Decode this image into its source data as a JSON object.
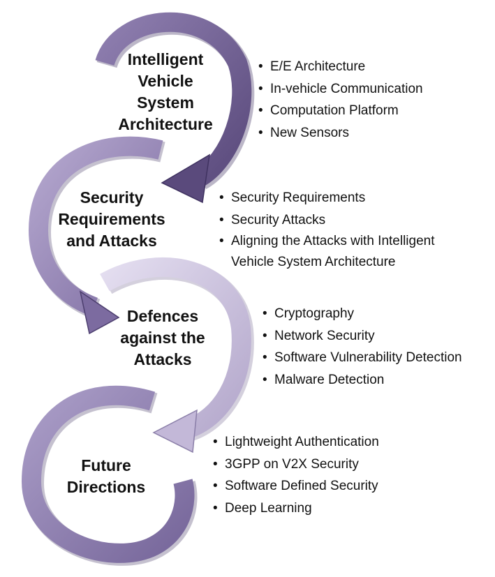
{
  "stages": [
    {
      "title_lines": [
        "Intelligent",
        "Vehicle",
        "System",
        "Architecture"
      ],
      "bullets": [
        "E/E Architecture",
        "In-vehicle Communication",
        "Computation Platform",
        "New Sensors"
      ],
      "arrow_color": "#6b5a8e"
    },
    {
      "title_lines": [
        "Security",
        "Requirements",
        "and Attacks"
      ],
      "bullets": [
        "Security Requirements",
        "Security Attacks",
        "Aligning the Attacks with Intelligent\nVehicle System Architecture"
      ],
      "arrow_color": "#9382b5"
    },
    {
      "title_lines": [
        "Defences",
        "against the",
        "Attacks"
      ],
      "bullets": [
        "Cryptography",
        "Network Security",
        "Software Vulnerability Detection",
        "Malware Detection"
      ],
      "arrow_color": "#c8bed9"
    },
    {
      "title_lines": [
        "Future",
        "Directions"
      ],
      "bullets": [
        "Lightweight Authentication",
        "3GPP on V2X Security",
        "Software Defined Security",
        "Deep Learning"
      ],
      "arrow_color": "#8a7aaa"
    }
  ]
}
